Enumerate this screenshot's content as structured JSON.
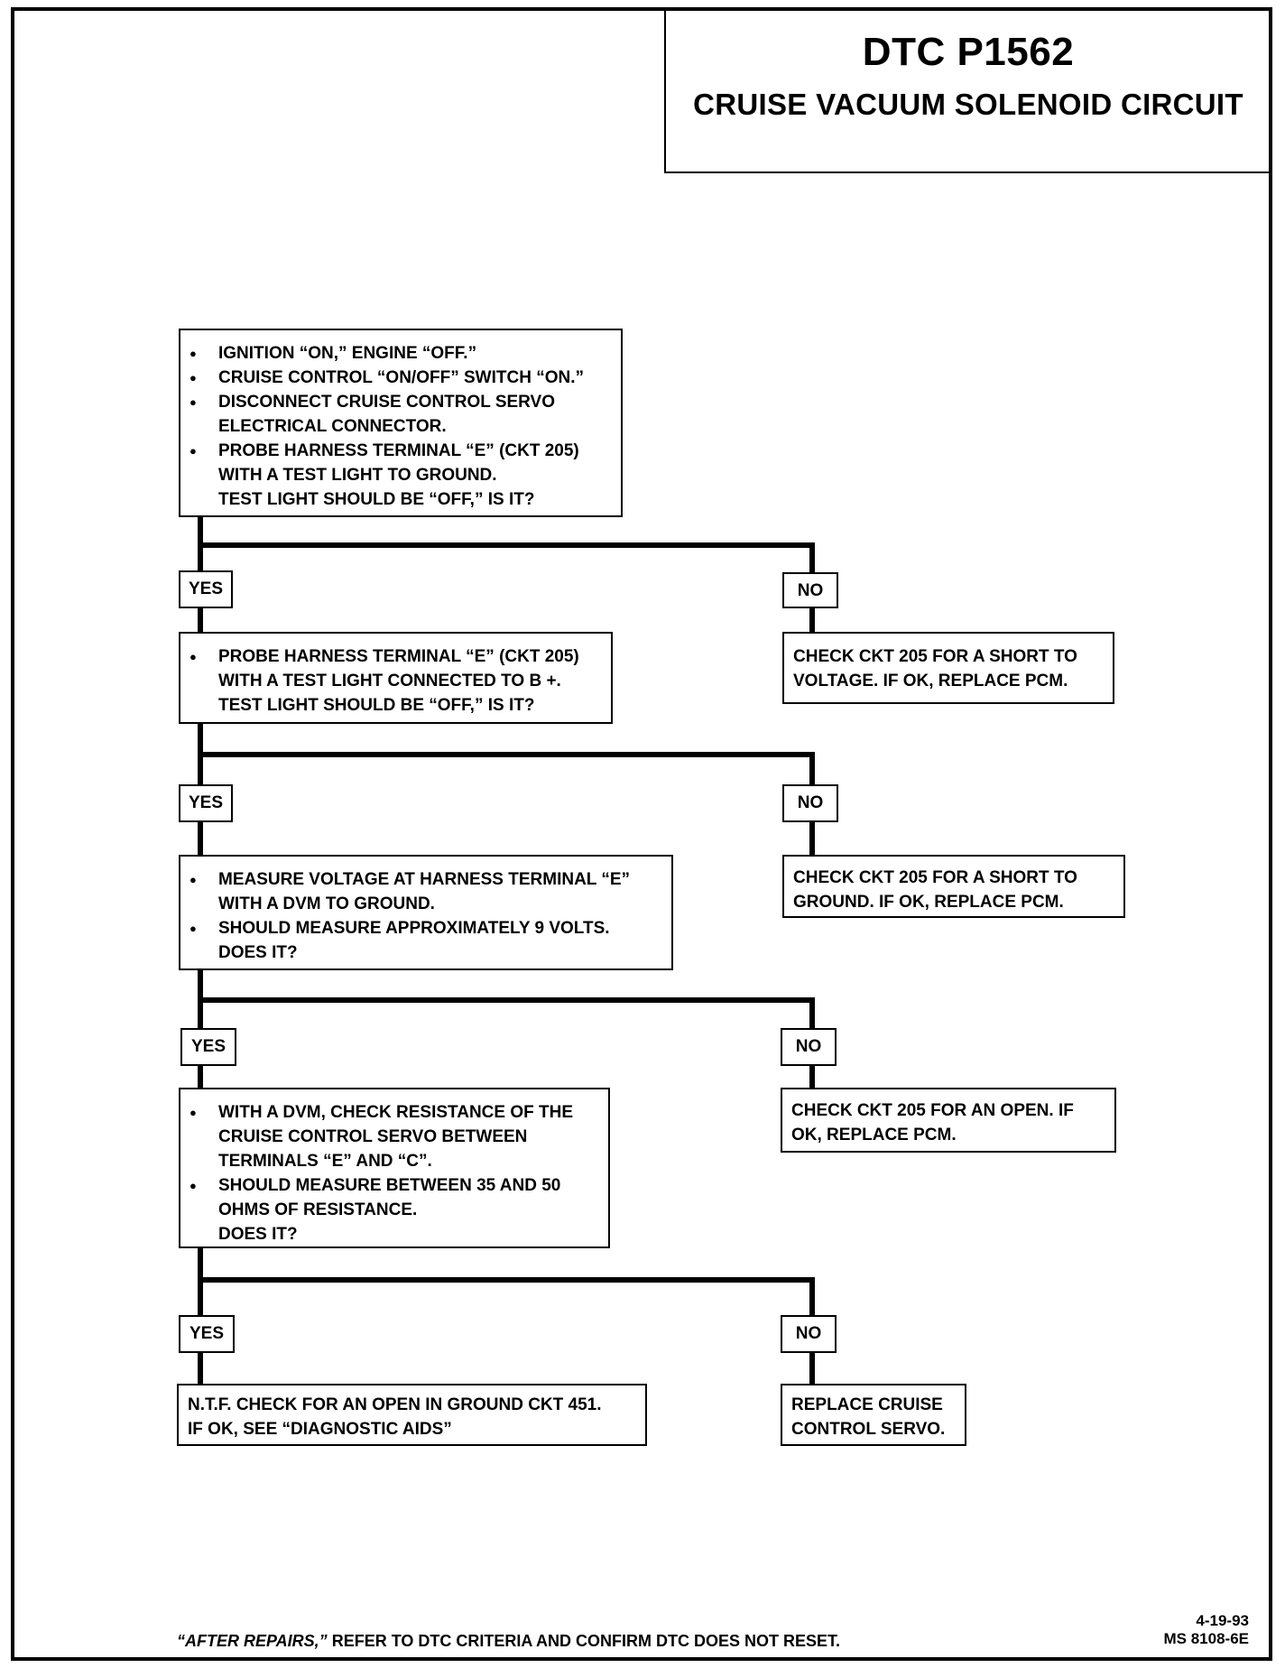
{
  "header": {
    "title": "DTC P1562",
    "subtitle": "CRUISE VACUUM SOLENOID CIRCUIT"
  },
  "steps": [
    {
      "lines": [
        {
          "text": "IGNITION “ON,” ENGINE “OFF.”",
          "bullet": true
        },
        {
          "text": "CRUISE CONTROL “ON/OFF” SWITCH “ON.”",
          "bullet": true
        },
        {
          "text": "DISCONNECT CRUISE CONTROL SERVO",
          "bullet": true
        },
        {
          "text": "ELECTRICAL CONNECTOR.",
          "bullet": false
        },
        {
          "text": "PROBE HARNESS TERMINAL “E” (CKT 205)",
          "bullet": true
        },
        {
          "text": "WITH A TEST LIGHT TO GROUND.",
          "bullet": false
        },
        {
          "text": "TEST LIGHT SHOULD BE “OFF,” IS IT?",
          "bullet": false
        }
      ]
    },
    {
      "lines": [
        {
          "text": "PROBE HARNESS TERMINAL “E” (CKT 205)",
          "bullet": true
        },
        {
          "text": "WITH A TEST  LIGHT CONNECTED TO B +.",
          "bullet": false
        },
        {
          "text": "TEST LIGHT SHOULD BE “OFF,” IS IT?",
          "bullet": false
        }
      ]
    },
    {
      "lines": [
        {
          "text": "MEASURE VOLTAGE AT HARNESS TERMINAL “E”",
          "bullet": true
        },
        {
          "text": "WITH A DVM TO GROUND.",
          "bullet": false
        },
        {
          "text": "SHOULD MEASURE APPROXIMATELY 9 VOLTS.",
          "bullet": true
        },
        {
          "text": "DOES IT?",
          "bullet": false
        }
      ]
    },
    {
      "lines": [
        {
          "text": "WITH A DVM, CHECK RESISTANCE OF THE",
          "bullet": true
        },
        {
          "text": "CRUISE CONTROL SERVO BETWEEN",
          "bullet": false
        },
        {
          "text": "TERMINALS “E” AND “C”.",
          "bullet": false
        },
        {
          "text": "SHOULD MEASURE BETWEEN 35 AND 50",
          "bullet": true
        },
        {
          "text": "OHMS OF RESISTANCE.",
          "bullet": false
        },
        {
          "text": "DOES IT?",
          "bullet": false
        }
      ]
    }
  ],
  "final_yes": {
    "lines": [
      "N.T.F. CHECK FOR AN OPEN IN GROUND CKT 451.",
      "IF OK, SEE “DIAGNOSTIC AIDS”"
    ]
  },
  "no_results": [
    {
      "lines": [
        "CHECK CKT 205 FOR A SHORT TO",
        "VOLTAGE.  IF OK, REPLACE PCM."
      ]
    },
    {
      "lines": [
        "CHECK CKT 205 FOR A SHORT TO",
        "GROUND.  IF OK, REPLACE PCM."
      ]
    },
    {
      "lines": [
        "CHECK CKT 205 FOR AN OPEN.  IF",
        "OK, REPLACE PCM."
      ]
    },
    {
      "lines": [
        "REPLACE CRUISE",
        "CONTROL SERVO."
      ]
    }
  ],
  "labels": {
    "yes": "YES",
    "no": "NO"
  },
  "footer": {
    "note_italic": "“AFTER REPAIRS,”",
    "note_rest": " REFER TO DTC CRITERIA  AND CONFIRM DTC DOES NOT RESET.",
    "date": "4-19-93",
    "code": "MS 8108-6E"
  }
}
